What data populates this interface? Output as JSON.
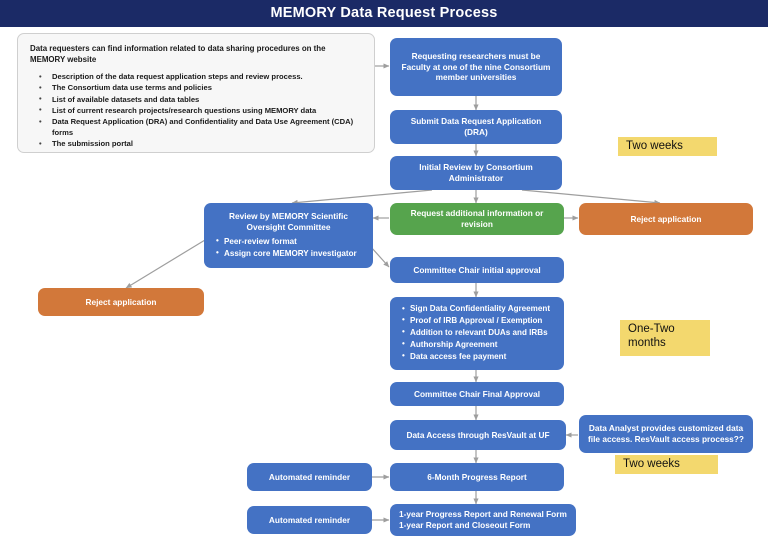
{
  "header": {
    "title": "MEMORY Data Request Process",
    "bar_color": "#1b2a66"
  },
  "palette": {
    "blue": "#4472c4",
    "green": "#56a44d",
    "orange": "#d2783a",
    "note_yellow": "#f3d86e",
    "card_bg": "#f7f7f7",
    "connector": "#9e9e9e"
  },
  "info_card": {
    "lead": "Data requesters can find information related to data sharing procedures on the MEMORY website",
    "bullets": [
      "Description of the data request application steps and review process.",
      "The Consortium data use terms and policies",
      "List of available datasets and data tables",
      "List of current research projects/research questions using MEMORY data",
      "Data Request Application (DRA) and Confidentiality and Data Use Agreement (CDA) forms",
      "The submission portal"
    ]
  },
  "nodes": {
    "eligibility": {
      "label": "Requesting researchers must be Faculty at one of the nine Consortium member universities",
      "color": "blue"
    },
    "submit_dra": {
      "label": "Submit Data Request Application (DRA)",
      "color": "blue"
    },
    "initial_review": {
      "label": "Initial Review by Consortium Administrator",
      "color": "blue"
    },
    "sci_oversight": {
      "title": "Review by MEMORY Scientific Oversight Committee",
      "bullets": [
        "Peer-review format",
        "Assign core MEMORY investigator"
      ],
      "color": "blue"
    },
    "request_more_info": {
      "label": "Request additional information  or revision",
      "color": "green"
    },
    "reject_right": {
      "label": "Reject application",
      "color": "orange"
    },
    "reject_left": {
      "label": "Reject application",
      "color": "orange"
    },
    "chair_initial": {
      "label": "Committee Chair initial approval",
      "color": "blue"
    },
    "requirements": {
      "bullets": [
        "Sign Data Confidentiality Agreement",
        "Proof of IRB Approval / Exemption",
        "Addition to relevant DUAs and IRBs",
        "Authorship Agreement",
        "Data access fee payment"
      ],
      "color": "blue"
    },
    "chair_final": {
      "label": "Committee Chair Final Approval",
      "color": "blue"
    },
    "data_access": {
      "label": "Data Access through ResVault at UF",
      "color": "blue"
    },
    "data_analyst": {
      "label": "Data Analyst provides customized data file access. ResVault access process??",
      "color": "blue"
    },
    "six_month_report": {
      "label": "6-Month Progress Report",
      "color": "blue"
    },
    "reminder_top": {
      "label": "Automated reminder",
      "color": "blue"
    },
    "reminder_bottom": {
      "label": "Automated reminder",
      "color": "blue"
    },
    "one_year_report": {
      "label": "1-year Progress Report and Renewal Form\n1-year Report and Closeout Form",
      "color": "blue"
    }
  },
  "notes": {
    "two_weeks_top": "Two weeks",
    "one_two_months": "One-Two months",
    "two_weeks_bottom": "Two weeks"
  }
}
